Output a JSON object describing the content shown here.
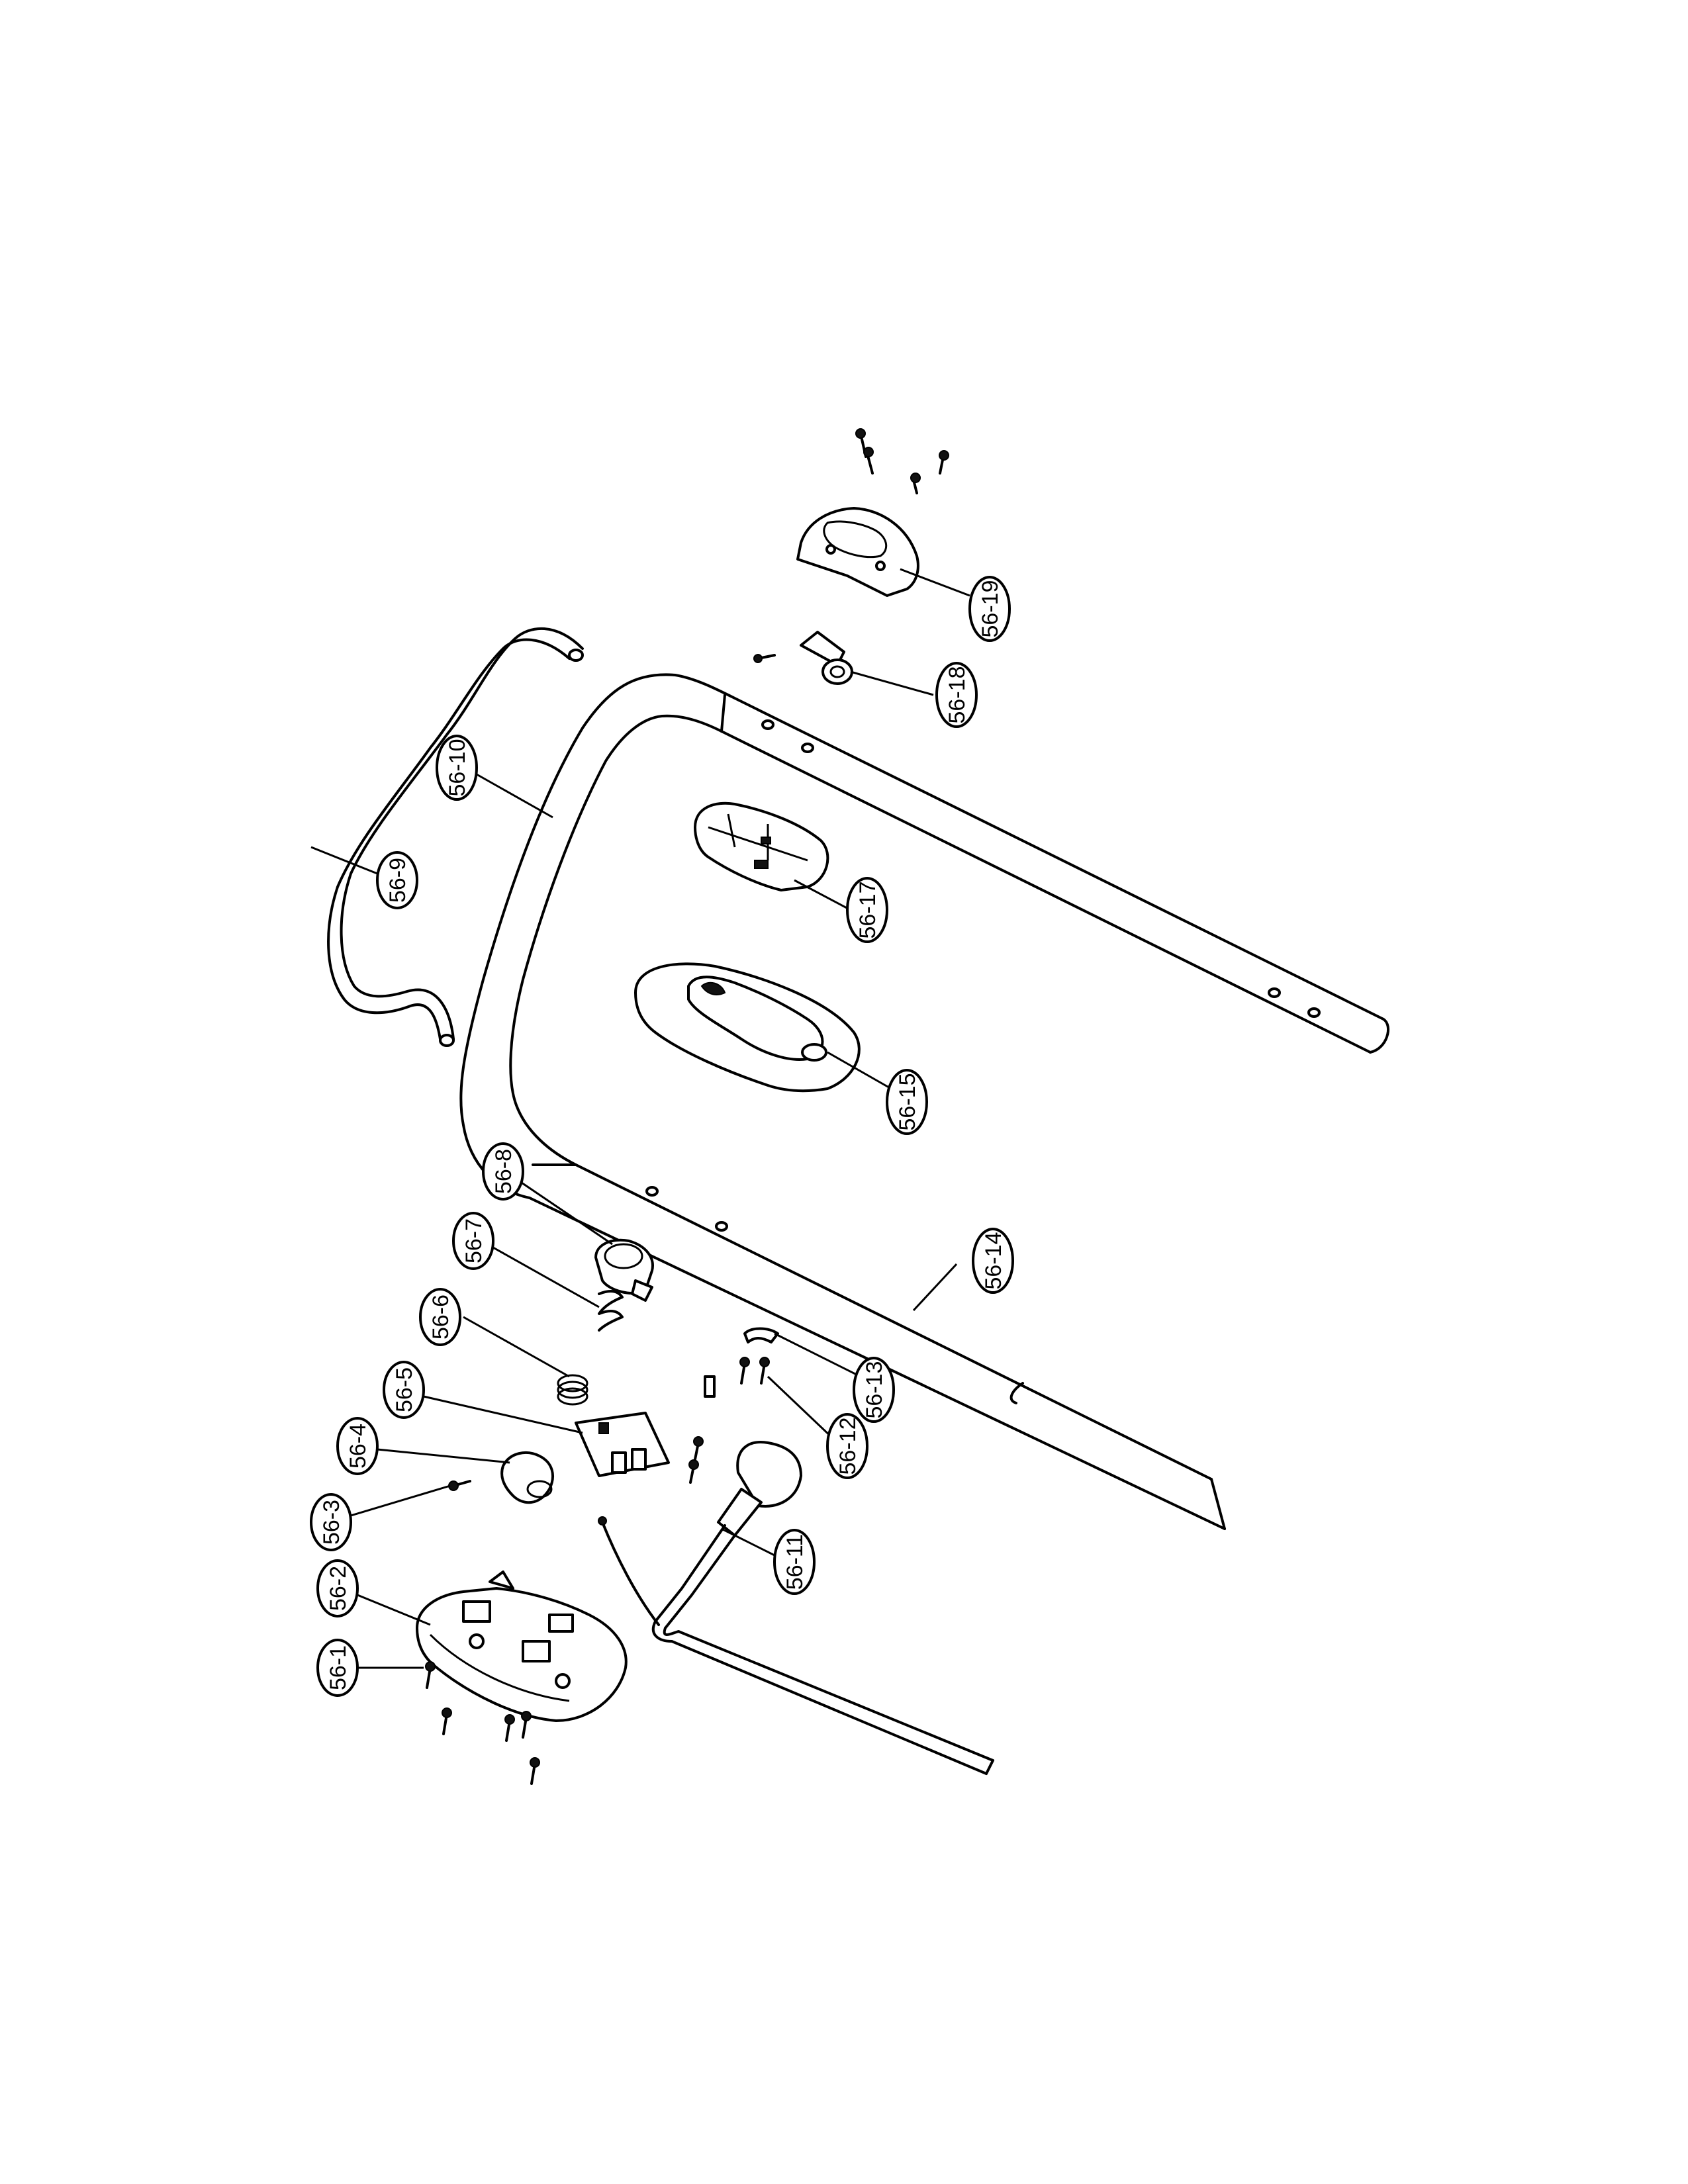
{
  "callouts": [
    {
      "id": "56-1",
      "label": "56-1"
    },
    {
      "id": "56-2",
      "label": "56-2"
    },
    {
      "id": "56-3",
      "label": "56-3"
    },
    {
      "id": "56-4",
      "label": "56-4"
    },
    {
      "id": "56-5",
      "label": "56-5"
    },
    {
      "id": "56-6",
      "label": "56-6"
    },
    {
      "id": "56-7",
      "label": "56-7"
    },
    {
      "id": "56-8",
      "label": "56-8"
    },
    {
      "id": "56-9",
      "label": "56-9"
    },
    {
      "id": "56-10",
      "label": "56-10"
    },
    {
      "id": "56-11",
      "label": "56-11"
    },
    {
      "id": "56-12",
      "label": "56-12"
    },
    {
      "id": "56-13",
      "label": "56-13"
    },
    {
      "id": "56-14",
      "label": "56-14"
    },
    {
      "id": "56-15",
      "label": "56-15"
    },
    {
      "id": "56-17",
      "label": "56-17"
    },
    {
      "id": "56-18",
      "label": "56-18"
    },
    {
      "id": "56-19",
      "label": "56-19"
    }
  ]
}
